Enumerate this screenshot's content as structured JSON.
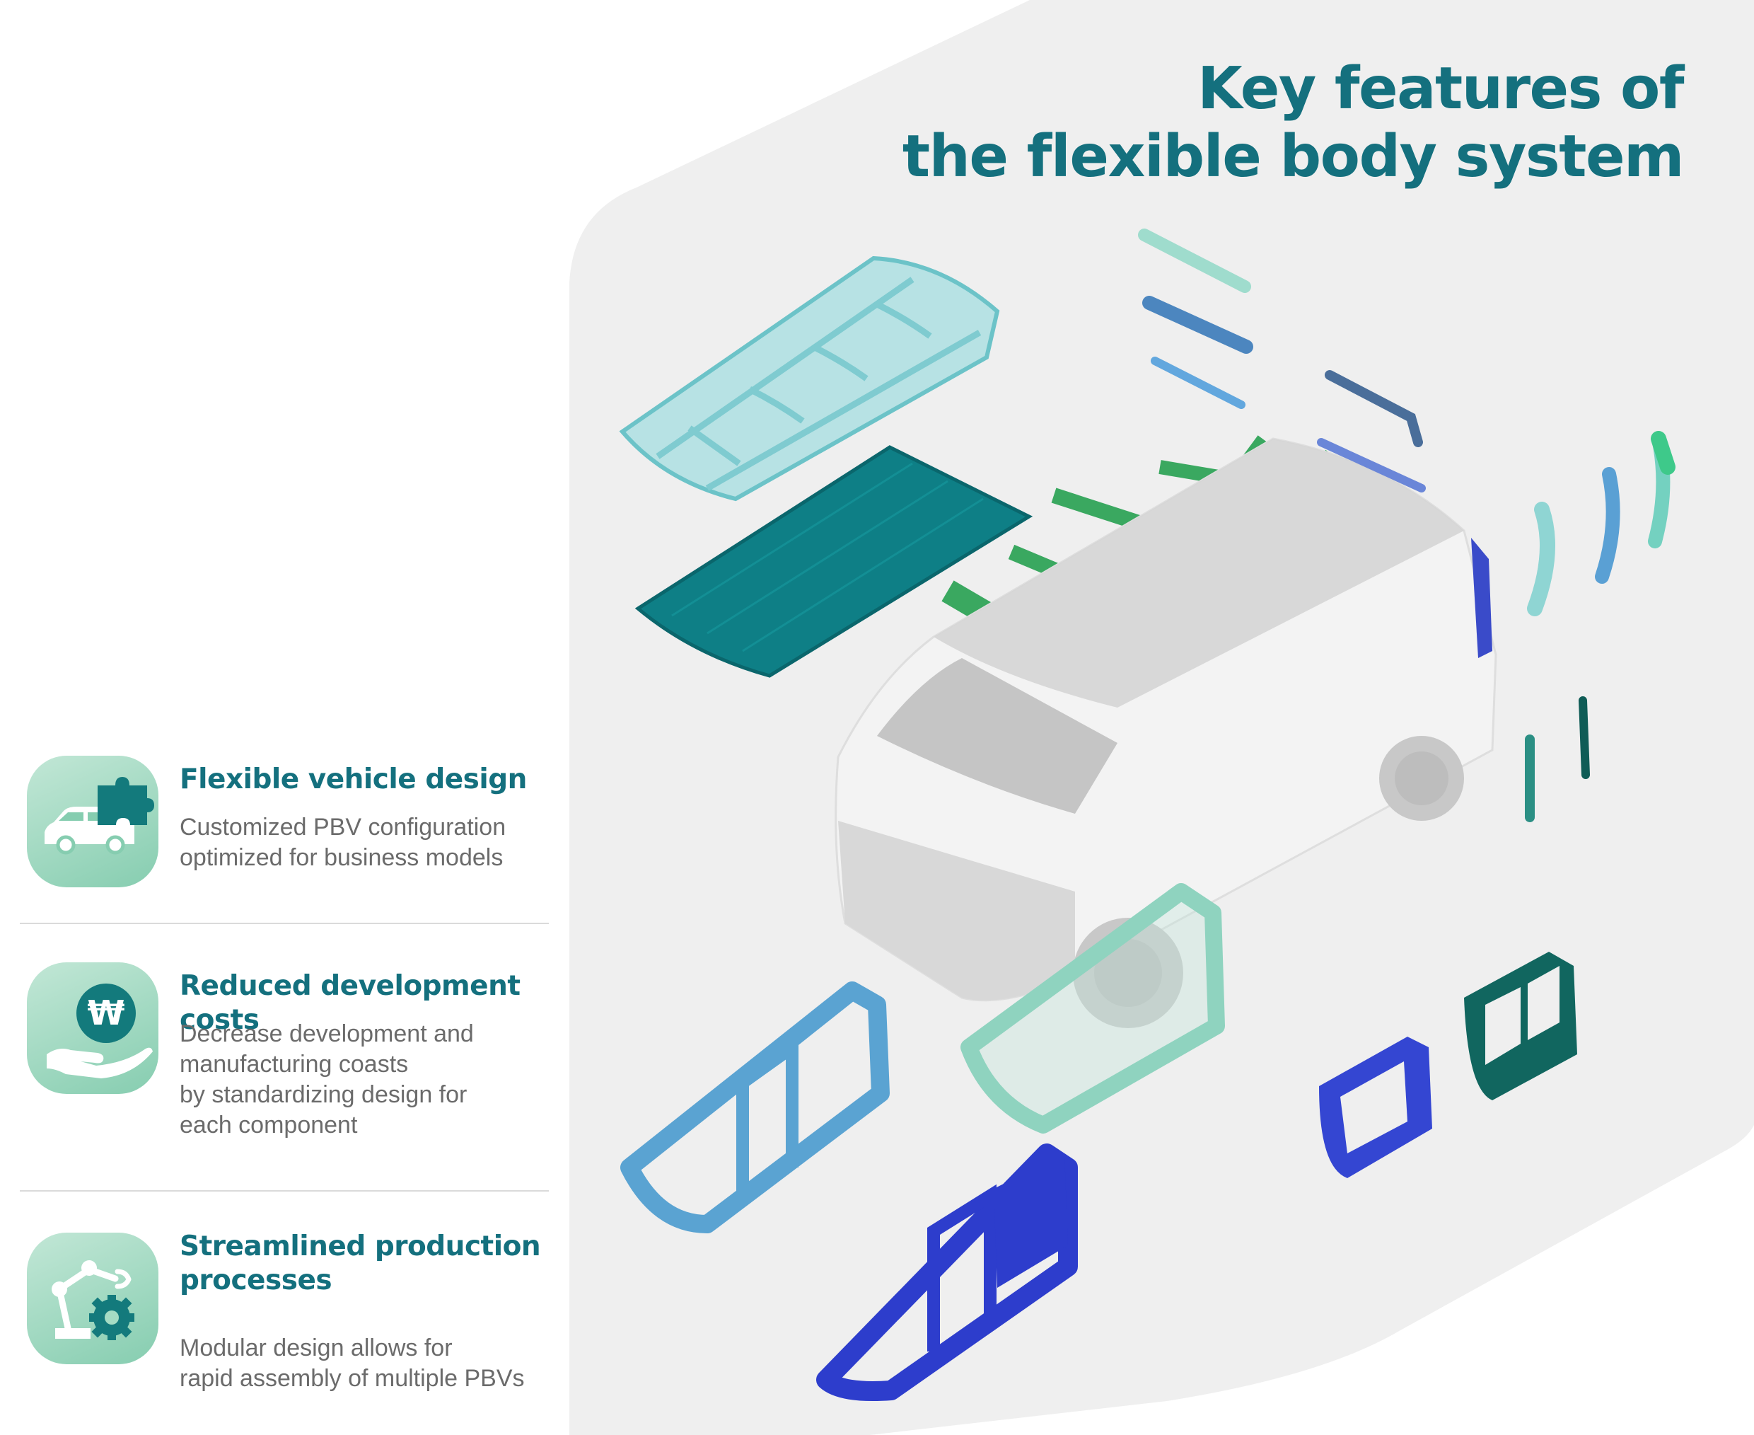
{
  "title": {
    "line1": "Key features of",
    "line2": "the flexible body system"
  },
  "features": [
    {
      "icon": "van-puzzle-icon",
      "title": "Flexible vehicle design",
      "description_lines": [
        "Customized PBV configuration",
        "optimized for business models"
      ]
    },
    {
      "icon": "won-coin-hand-icon",
      "title": "Reduced development costs",
      "coin_symbol": "₩",
      "description_lines": [
        "Decrease development and",
        "manufacturing coasts",
        "by standardizing design for",
        "each component"
      ]
    },
    {
      "icon": "robot-arm-gear-icon",
      "title_lines": [
        "Streamlined production",
        "processes"
      ],
      "description_lines": [
        "Modular design allows for",
        "rapid assembly of multiple PBVs"
      ]
    }
  ],
  "colors": {
    "heading": "#14707e",
    "body_text": "#6b6b6b",
    "icon_bg_light": "#c2e7d6",
    "icon_bg_dark": "#86cdb0",
    "icon_accent": "#137a7c",
    "panel_bg": "#efefef",
    "part_light_aqua": "#7ccfd0",
    "part_teal": "#0e7f86",
    "part_green": "#3aa860",
    "part_sky_blue": "#5aa3d2",
    "part_royal_blue": "#2d3dcc",
    "part_dark_teal": "#11665f"
  }
}
